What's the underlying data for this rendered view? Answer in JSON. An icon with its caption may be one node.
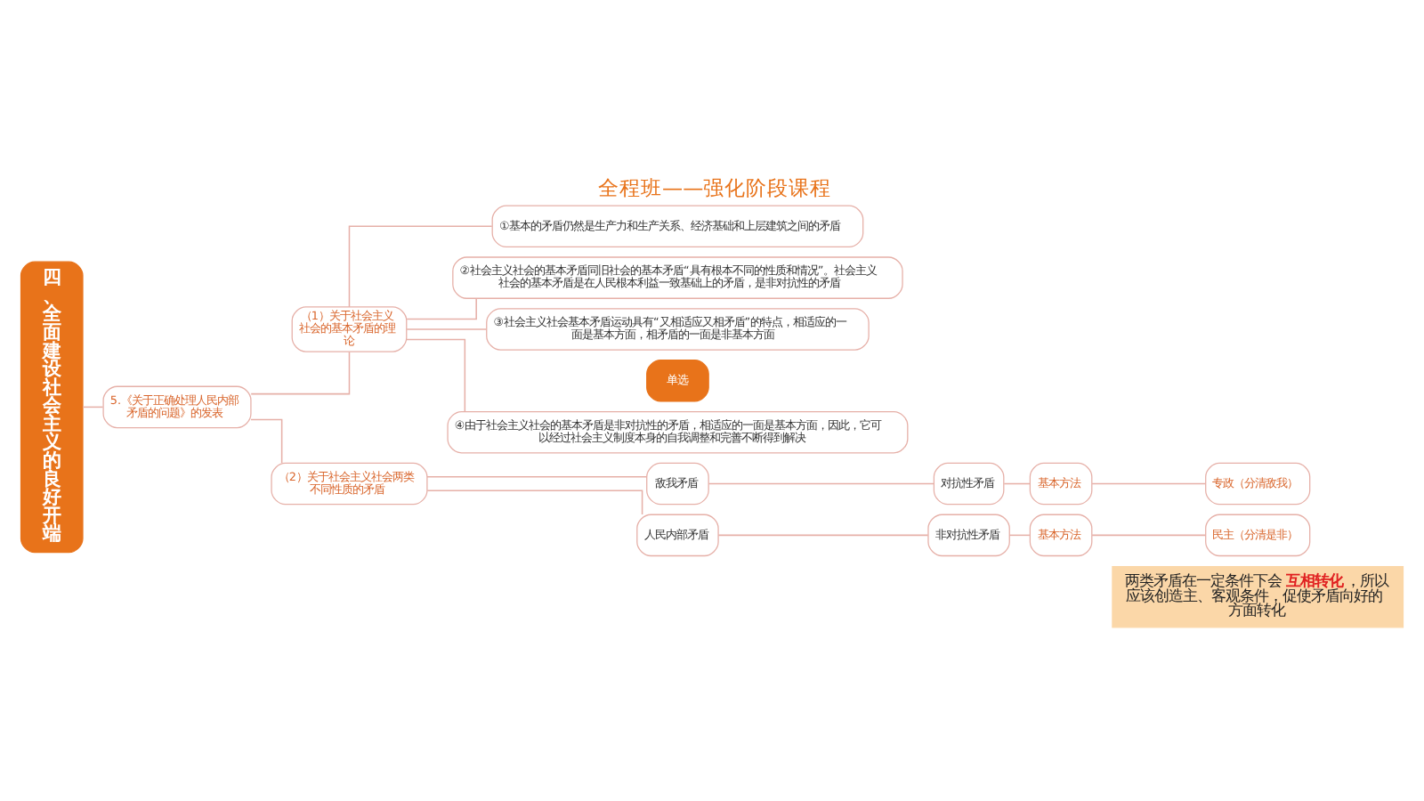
{
  "diagram": {
    "title": "全程班——强化阶段课程",
    "nodes": [
      {
        "text": [
          "四、全面建设社会主义的良好开端"
        ]
      },
      {
        "text": [
          "5.《关于正确处理人民内部矛盾的问题》的发表"
        ]
      },
      {
        "text": [
          "（1）关于社会主义社会的基本矛盾的理论"
        ]
      },
      {
        "text": [
          "①基本的矛盾仍然是生产力和生产关系、经济基础和上层建筑之间的矛盾"
        ]
      },
      {
        "text": [
          "②社会主义社会的基本矛盾同旧社会的基本矛盾“具有根本不同的性质和情况”。社会主义社会的基本矛盾是在人民根本利益一致基础上的矛盾，是非对抗性的矛盾"
        ]
      },
      {
        "text": [
          "③社会主义社会基本矛盾运动具有“又相适应又相矛盾”的特点，相适应的一面是基本方面，相矛盾的一面是非基本方面"
        ]
      },
      {
        "text": [
          "单选"
        ]
      },
      {
        "text": [
          "④由于社会主义社会的基本矛盾是非对抗性的矛盾，相适应的一面是基本方面，因此，它可以经过社会主义制度本身的自我调整和完善不断得到解决"
        ]
      },
      {
        "text": [
          "（2）关于社会主义社会两类不同性质的矛盾"
        ]
      },
      {
        "text": [
          "敌我矛盾"
        ]
      },
      {
        "text": [
          "对抗性矛盾"
        ]
      },
      {
        "text": [
          "基本方法"
        ]
      },
      {
        "text": [
          "专政（分清敌我）"
        ]
      },
      {
        "text": [
          "人民内部矛盾"
        ]
      },
      {
        "text": [
          "非对抗性矛盾"
        ]
      },
      {
        "text": [
          "基本方法"
        ]
      },
      {
        "text": [
          "民主（分清是非）"
        ]
      },
      {
        "text": [
          "两类矛盾在一定条件下会**互相转化**，所以应该创造主、客观条件，促使矛盾向好的方面转化"
        ]
      }
    ],
    "edges": [
      {
        "from": 0,
        "to": 1,
        "arrow": "none"
      },
      {
        "from": 1,
        "to": 2,
        "arrow": "none"
      },
      {
        "from": 1,
        "to": 8,
        "arrow": "none"
      },
      {
        "from": 2,
        "to": 3,
        "arrow": "none"
      },
      {
        "from": 2,
        "to": 4,
        "arrow": "none"
      },
      {
        "from": 2,
        "to": 5,
        "arrow": "none"
      },
      {
        "from": 2,
        "to": 7,
        "arrow": "none"
      },
      {
        "from": 8,
        "to": 9,
        "arrow": "none"
      },
      {
        "from": 8,
        "to": 13,
        "arrow": "none"
      },
      {
        "from": 9,
        "to": 10,
        "arrow": "none"
      },
      {
        "from": 10,
        "to": 11,
        "arrow": "none"
      },
      {
        "from": 11,
        "to": 12,
        "arrow": "none"
      },
      {
        "from": 13,
        "to": 14,
        "arrow": "none"
      },
      {
        "from": 14,
        "to": 15,
        "arrow": "none"
      },
      {
        "from": 15,
        "to": 16,
        "arrow": "none"
      }
    ]
  }
}
